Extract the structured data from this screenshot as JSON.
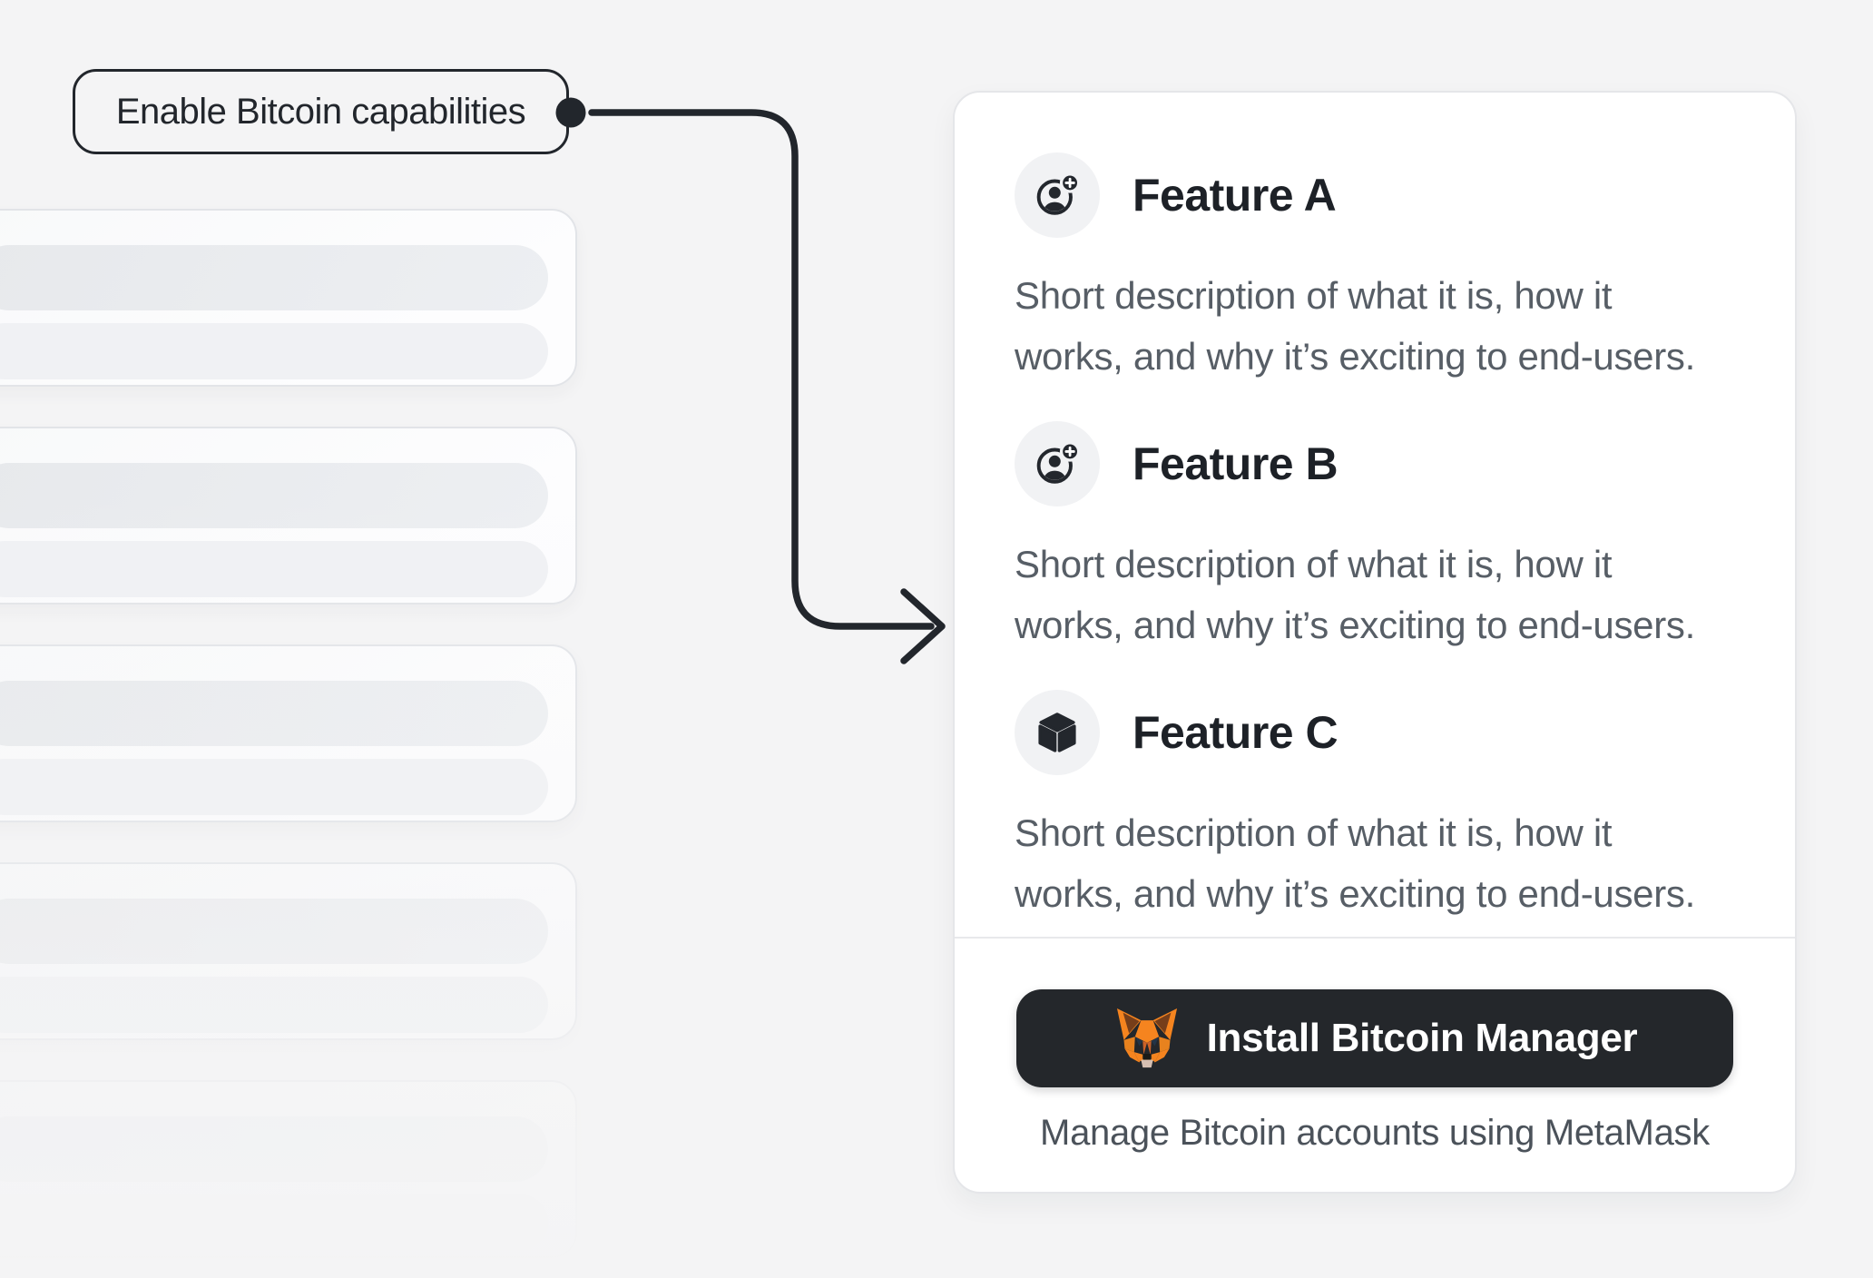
{
  "callout": {
    "label": "Enable Bitcoin capabilities"
  },
  "connector": {
    "style": "rounded-elbow-arrow",
    "from": "callout-label",
    "to": "features-panel"
  },
  "skeleton_list": {
    "card_count": 5,
    "bars_per_card": 2
  },
  "features_panel": {
    "features": [
      {
        "icon": "user-plus-icon",
        "title": "Feature A",
        "description_lines": [
          "Short description of what it is, how it",
          "works, and why it’s exciting to end-users."
        ]
      },
      {
        "icon": "user-plus-icon",
        "title": "Feature B",
        "description_lines": [
          "Short description of what it is, how it",
          "works, and why it’s exciting to end-users."
        ]
      },
      {
        "icon": "cube-icon",
        "title": "Feature C",
        "description_lines": [
          "Short description of what it is, how it",
          "works, and why it’s exciting to end-users."
        ]
      }
    ],
    "footer": {
      "install_button_icon": "metamask-fox-icon",
      "install_button_label": "Install Bitcoin Manager",
      "caption": "Manage Bitcoin accounts using MetaMask"
    }
  },
  "colors": {
    "page_bg": "#f4f4f5",
    "ink": "#22262c",
    "panel_bg": "#ffffff",
    "panel_border": "#e5e6e9",
    "icon_circle_bg": "#f1f2f4",
    "text_primary": "#1d2127",
    "text_secondary": "#575e66",
    "caption_color": "#4b525a",
    "button_bg": "#24272b",
    "button_text": "#ffffff",
    "separator": "#e8e9eb",
    "skeleton_border": "#e2e4e8",
    "skeleton_bar_dark": "#e7e9ec",
    "skeleton_bar_light": "#f0f1f4",
    "fox_orange": "#f5841f",
    "fox_orange_dark": "#e8821e",
    "fox_brown": "#763e1a",
    "fox_stripe": "#cc6228",
    "fox_eye": "#233447",
    "fox_chin": "#d5bfb2",
    "fox_nose": "#1b1b17"
  }
}
